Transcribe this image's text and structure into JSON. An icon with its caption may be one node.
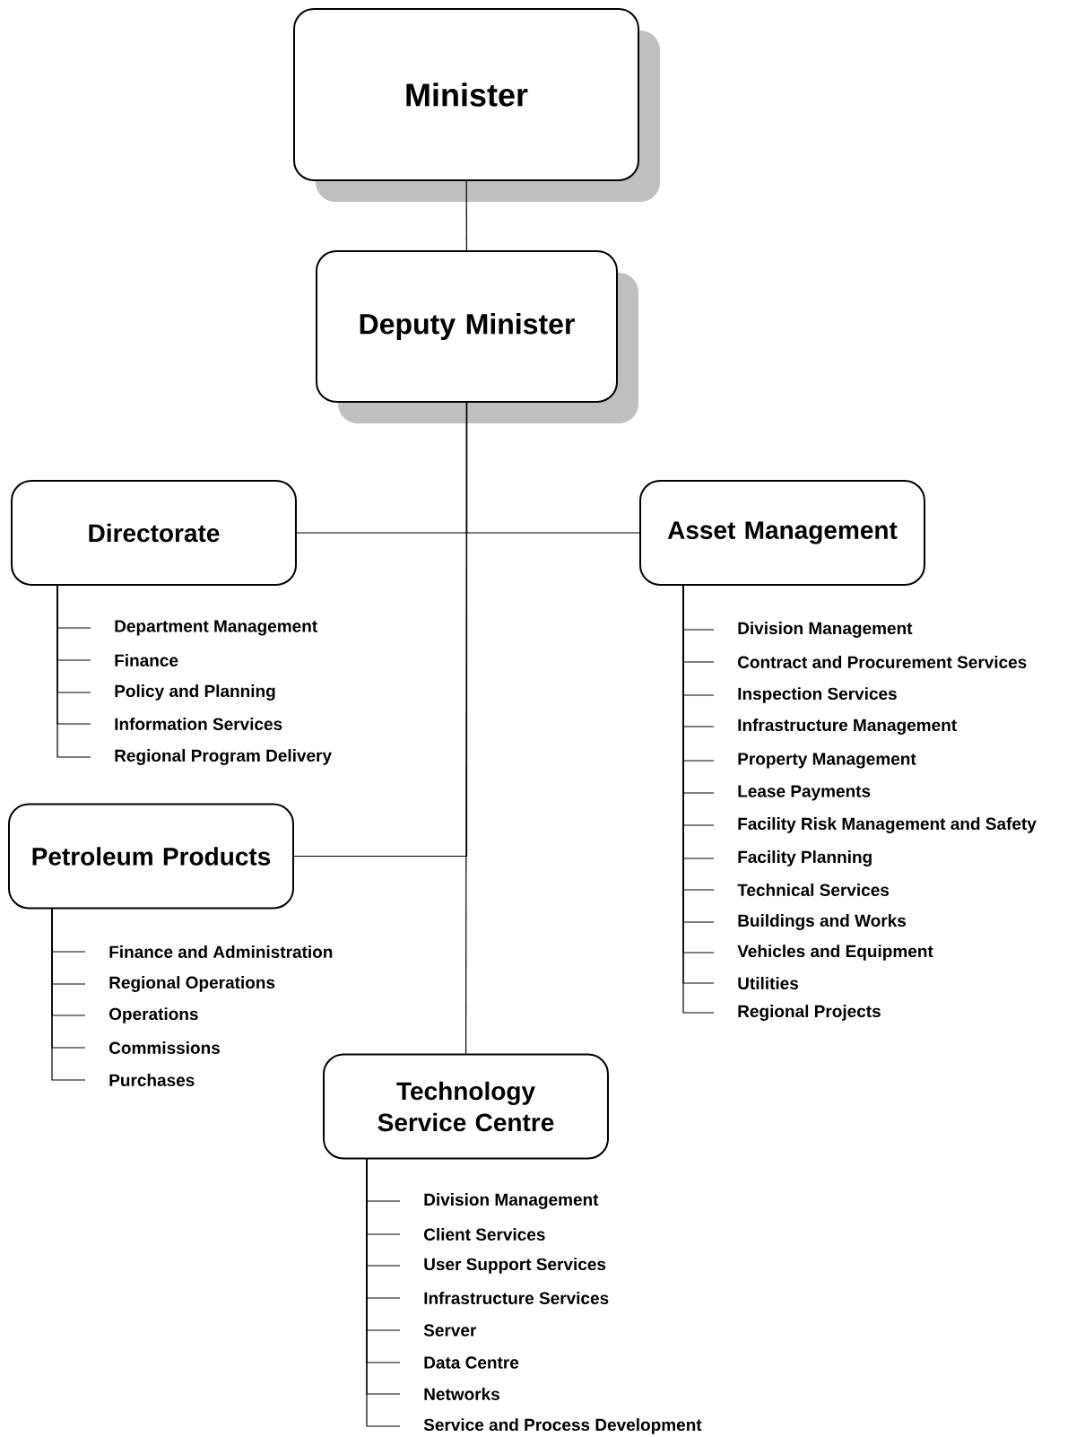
{
  "diagram": {
    "nodes": [
      {
        "text": [
          "Minister"
        ]
      },
      {
        "text": [
          "Deputy Minister"
        ]
      },
      {
        "text": [
          "Directorate"
        ]
      },
      {
        "text": [
          "Asset Management"
        ]
      },
      {
        "text": [
          "Petroleum Products"
        ]
      },
      {
        "text": [
          "Technology Service Centre"
        ]
      },
      {
        "text": [
          "Department Management"
        ]
      },
      {
        "text": [
          "Finance"
        ]
      },
      {
        "text": [
          "Policy and Planning"
        ]
      },
      {
        "text": [
          "Information Services"
        ]
      },
      {
        "text": [
          "Regional Program Delivery"
        ]
      },
      {
        "text": [
          "Division Management"
        ]
      },
      {
        "text": [
          "Contract and Procurement Services"
        ]
      },
      {
        "text": [
          "Inspection Services"
        ]
      },
      {
        "text": [
          "Infrastructure Management"
        ]
      },
      {
        "text": [
          "Property Management"
        ]
      },
      {
        "text": [
          "Lease Payments"
        ]
      },
      {
        "text": [
          "Facility Risk Management and Safety"
        ]
      },
      {
        "text": [
          "Facility Planning"
        ]
      },
      {
        "text": [
          "Technical Services"
        ]
      },
      {
        "text": [
          "Buildings and Works"
        ]
      },
      {
        "text": [
          "Vehicles and Equipment"
        ]
      },
      {
        "text": [
          "Utilities"
        ]
      },
      {
        "text": [
          "Regional Projects"
        ]
      },
      {
        "text": [
          "Finance and Administration"
        ]
      },
      {
        "text": [
          "Regional Operations"
        ]
      },
      {
        "text": [
          "Operations"
        ]
      },
      {
        "text": [
          "Commissions"
        ]
      },
      {
        "text": [
          "Purchases"
        ]
      },
      {
        "text": [
          "Division Management"
        ]
      },
      {
        "text": [
          "Client Services"
        ]
      },
      {
        "text": [
          "User Support Services"
        ]
      },
      {
        "text": [
          "Infrastructure Services"
        ]
      },
      {
        "text": [
          "Server"
        ]
      },
      {
        "text": [
          "Data Centre"
        ]
      },
      {
        "text": [
          "Networks"
        ]
      },
      {
        "text": [
          "Service and Process Development"
        ]
      }
    ],
    "edges": [
      {
        "from": 0,
        "to": 1,
        "arrow": "none"
      },
      {
        "from": 1,
        "to": 2,
        "arrow": "none"
      },
      {
        "from": 1,
        "to": 3,
        "arrow": "none"
      },
      {
        "from": 1,
        "to": 4,
        "arrow": "none"
      },
      {
        "from": 1,
        "to": 5,
        "arrow": "none"
      },
      {
        "from": 2,
        "to": 6,
        "arrow": "none"
      },
      {
        "from": 2,
        "to": 7,
        "arrow": "none"
      },
      {
        "from": 2,
        "to": 8,
        "arrow": "none"
      },
      {
        "from": 2,
        "to": 9,
        "arrow": "none"
      },
      {
        "from": 2,
        "to": 10,
        "arrow": "none"
      },
      {
        "from": 3,
        "to": 11,
        "arrow": "none"
      },
      {
        "from": 3,
        "to": 12,
        "arrow": "none"
      },
      {
        "from": 3,
        "to": 13,
        "arrow": "none"
      },
      {
        "from": 3,
        "to": 14,
        "arrow": "none"
      },
      {
        "from": 3,
        "to": 15,
        "arrow": "none"
      },
      {
        "from": 3,
        "to": 16,
        "arrow": "none"
      },
      {
        "from": 3,
        "to": 17,
        "arrow": "none"
      },
      {
        "from": 3,
        "to": 18,
        "arrow": "none"
      },
      {
        "from": 3,
        "to": 19,
        "arrow": "none"
      },
      {
        "from": 3,
        "to": 20,
        "arrow": "none"
      },
      {
        "from": 3,
        "to": 21,
        "arrow": "none"
      },
      {
        "from": 3,
        "to": 22,
        "arrow": "none"
      },
      {
        "from": 3,
        "to": 23,
        "arrow": "none"
      },
      {
        "from": 4,
        "to": 24,
        "arrow": "none"
      },
      {
        "from": 4,
        "to": 25,
        "arrow": "none"
      },
      {
        "from": 4,
        "to": 26,
        "arrow": "none"
      },
      {
        "from": 4,
        "to": 27,
        "arrow": "none"
      },
      {
        "from": 4,
        "to": 28,
        "arrow": "none"
      },
      {
        "from": 5,
        "to": 29,
        "arrow": "none"
      },
      {
        "from": 5,
        "to": 30,
        "arrow": "none"
      },
      {
        "from": 5,
        "to": 31,
        "arrow": "none"
      },
      {
        "from": 5,
        "to": 32,
        "arrow": "none"
      },
      {
        "from": 5,
        "to": 33,
        "arrow": "none"
      },
      {
        "from": 5,
        "to": 34,
        "arrow": "none"
      },
      {
        "from": 5,
        "to": 35,
        "arrow": "none"
      },
      {
        "from": 5,
        "to": 36,
        "arrow": "none"
      }
    ]
  }
}
